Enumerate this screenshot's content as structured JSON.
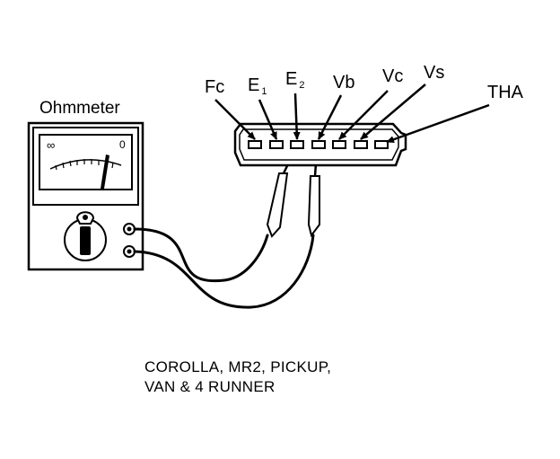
{
  "meter": {
    "label": "Ohmmeter",
    "scale_left": "∞",
    "scale_right": "0"
  },
  "connector": {
    "pins": [
      {
        "name": "Fc",
        "base": "Fc",
        "sub": ""
      },
      {
        "name": "E1",
        "base": "E",
        "sub": "1"
      },
      {
        "name": "E2",
        "base": "E",
        "sub": "2"
      },
      {
        "name": "Vb",
        "base": "Vb",
        "sub": ""
      },
      {
        "name": "Vc",
        "base": "Vc",
        "sub": ""
      },
      {
        "name": "Vs",
        "base": "Vs",
        "sub": ""
      },
      {
        "name": "THA",
        "base": "THA",
        "sub": ""
      }
    ]
  },
  "caption": {
    "line1": "COROLLA, MR2, PICKUP,",
    "line2": "VAN & 4 RUNNER"
  }
}
